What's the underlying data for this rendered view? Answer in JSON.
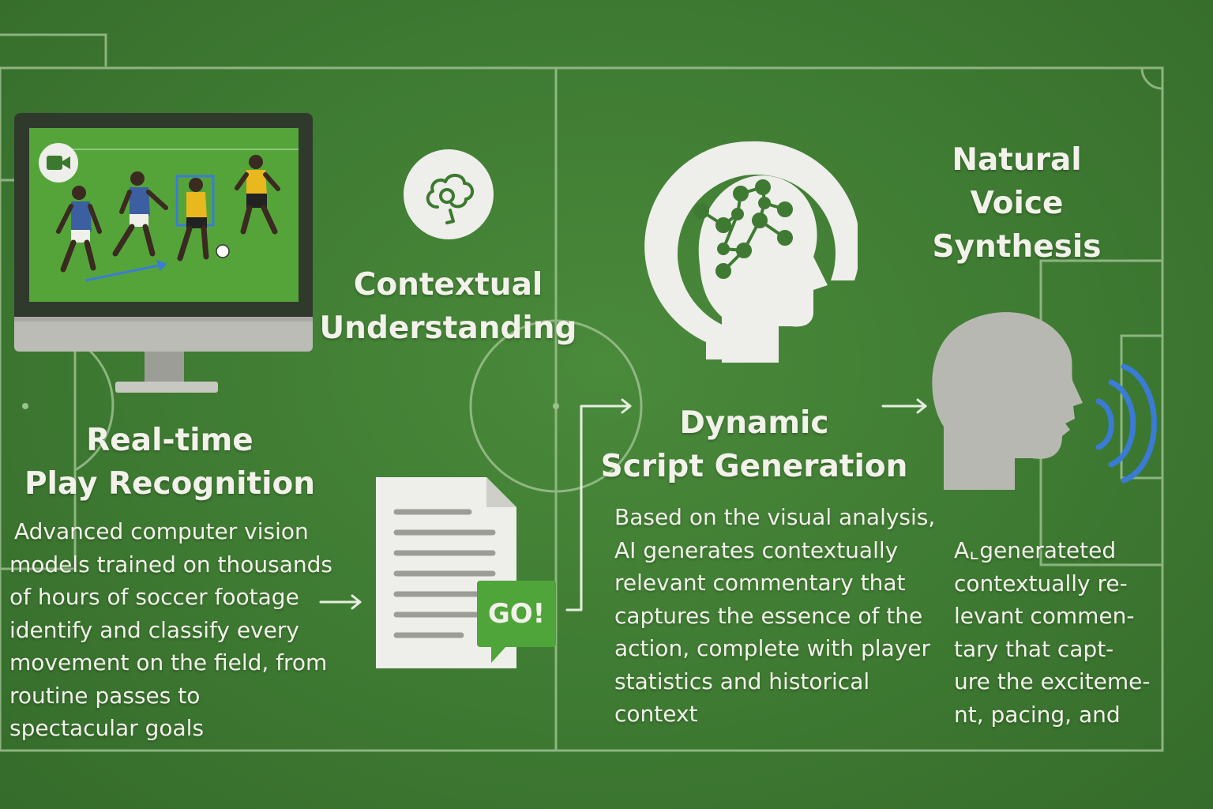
{
  "steps": {
    "recognition": {
      "title_line1": "Real-time",
      "title_line2": "Play Recognition",
      "body": [
        "Advanced computer vision",
        "models trained on thousands",
        "of hours of soccer footage",
        "identify and classify every",
        "movement on the field, from",
        "routine passes to",
        "spectacular goals"
      ]
    },
    "context": {
      "title_line1": "Contextual",
      "title_line2": "Understanding"
    },
    "script": {
      "title_line1": "Dynamic",
      "title_line2": "Script Generation",
      "body": [
        "Based on the visual analysis,",
        "AI generates contextually",
        "relevant commentary that",
        "captures the essence of the",
        "action, complete with player",
        "statistics and historical",
        "context"
      ],
      "badge": "GO!"
    },
    "voice": {
      "title_line1": "Natural",
      "title_line2": "Voice",
      "title_line3": "Synthesis",
      "body": [
        "A⌞generateted",
        "contextually re-",
        "levant commen-",
        "tary that capt-",
        "ure the excitemе-",
        "nt, pacing, and"
      ]
    }
  },
  "colors": {
    "field": "#3f7a33",
    "lines": "#9cc08f",
    "text": "#f2f2ea",
    "accent_blue": "#3a7bd5",
    "player_blue": "#3b5fa0",
    "player_yellow": "#e8b81e",
    "head_gray": "#b8b8b2",
    "badge_green": "#4fa43a"
  },
  "icons": {
    "camera": "video-camera-icon",
    "context": "brain-cloud-icon",
    "brain": "ai-brain-network-icon",
    "voice": "speaking-head-icon",
    "document": "document-icon"
  }
}
